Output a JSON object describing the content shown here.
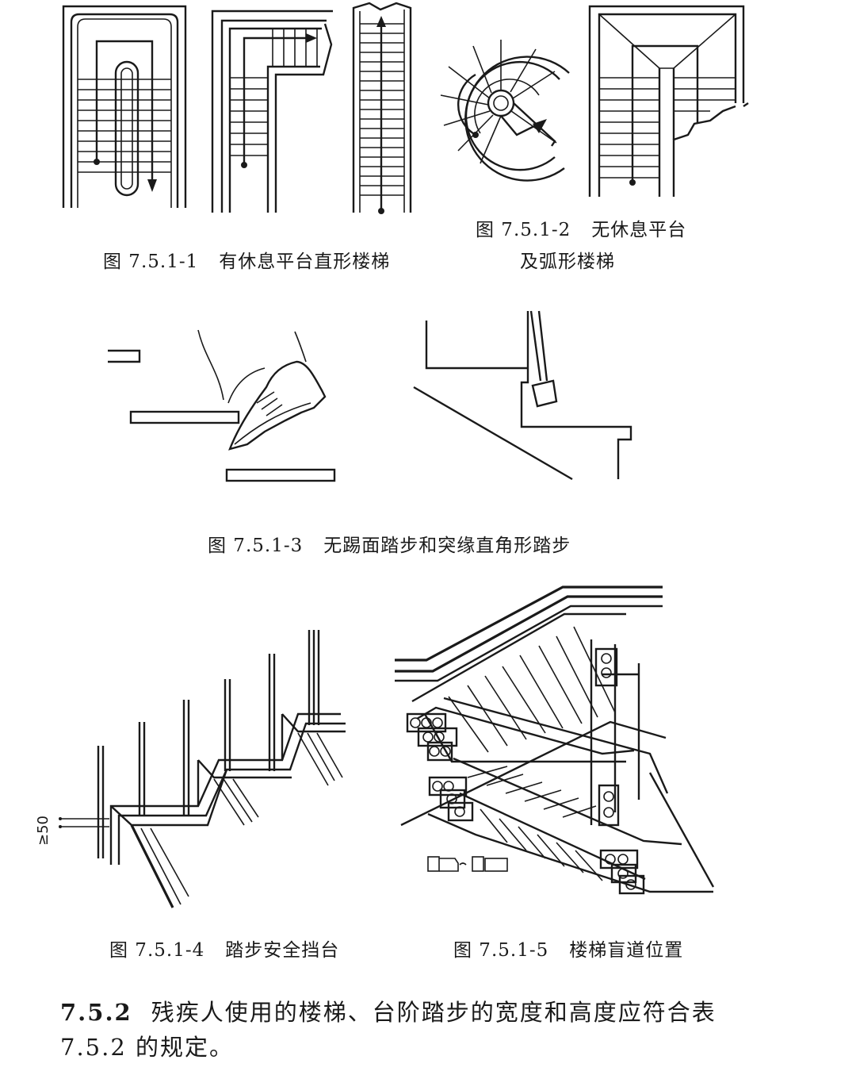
{
  "figures": [
    {
      "id": "7.5.1-1",
      "caption_prefix": "图 7.5.1-1",
      "caption_text": "有休息平台直形楼梯",
      "caption_line2": ""
    },
    {
      "id": "7.5.1-2",
      "caption_prefix": "图 7.5.1-2",
      "caption_text": "无休息平台",
      "caption_line2": "及弧形楼梯"
    },
    {
      "id": "7.5.1-3",
      "caption_prefix": "图 7.5.1-3",
      "caption_text": "无踢面踏步和突缘直角形踏步",
      "caption_line2": ""
    },
    {
      "id": "7.5.1-4",
      "caption_prefix": "图 7.5.1-4",
      "caption_text": "踏步安全挡台",
      "caption_line2": ""
    },
    {
      "id": "7.5.1-5",
      "caption_prefix": "图 7.5.1-5",
      "caption_text": "楼梯盲道位置",
      "caption_line2": ""
    }
  ],
  "dimension_label": "≥50",
  "clause": {
    "number": "7.5.2",
    "line1": "残疾人使用的楼梯、台阶踏步的宽度和高度应符合表",
    "line2": "7.5.2 的规定。"
  }
}
